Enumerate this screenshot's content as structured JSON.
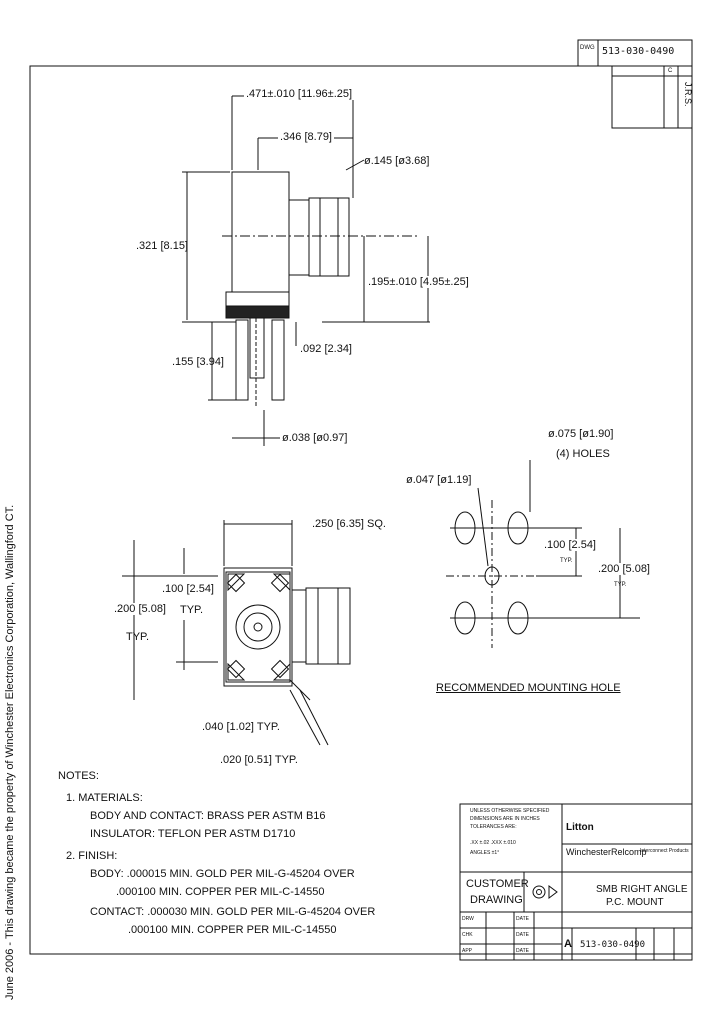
{
  "drawing_number_top": "513-030-0490",
  "rev_top": "C",
  "rev_side": "J.R.S.",
  "side_note": "June 2006 - This drawing became the property of Winchester Electronics Corporation, Wallingford CT.",
  "dims": {
    "overall_length": ".471±.010 [11.96±.25]",
    "body_length": ".346 [8.79]",
    "thread_dia": "ø.145 [ø3.68]",
    "height": ".321 [8.15]",
    "center_height": ".195±.010 [4.95±.25]",
    "pin_length": ".155 [3.94]",
    "pin_spacing": ".092 [2.34]",
    "pin_dia": "ø.038 [ø0.97]",
    "square_size": ".250 [6.35] SQ.",
    "grid_100": ".100 [2.54]",
    "grid_100_typ": "TYP.",
    "grid_200": ".200 [5.08]",
    "grid_200_typ": "TYP.",
    "chamfer_040": ".040 [1.02] TYP.",
    "chamfer_020": ".020 [0.51] TYP.",
    "hole_dia": "ø.075 [ø1.90]",
    "hole_count": "(4) HOLES",
    "center_hole": "ø.047 [ø1.19]",
    "hole_pitch": ".100 [2.54]",
    "hole_pitch_typ": "TYP.",
    "hole_span": ".200 [5.08]",
    "hole_span_typ": "TYP."
  },
  "recommended_label": "RECOMMENDED MOUNTING HOLE",
  "notes": {
    "title": "NOTES:",
    "n1": "1. MATERIALS:",
    "n1a": "BODY AND CONTACT: BRASS PER ASTM B16",
    "n1b": "INSULATOR: TEFLON PER ASTM D1710",
    "n2": "2. FINISH:",
    "n2a": "BODY: .000015 MIN. GOLD PER MIL-G-45204 OVER",
    "n2b": ".000100 MIN. COPPER PER MIL-C-14550",
    "n2c": "CONTACT: .000030 MIN. GOLD PER MIL-G-45204 OVER",
    "n2d": ".000100 MIN. COPPER PER MIL-C-14550"
  },
  "title_block": {
    "company": "Litton",
    "division": "WinchesterRelcomp",
    "division_sub": "Interconnect Products",
    "customer": "CUSTOMER",
    "drawing": "DRAWING",
    "title_1": "SMB RIGHT ANGLE",
    "title_2": "P.C. MOUNT",
    "size": "A",
    "dwg_no": "513-030-0490",
    "tol_lines": [
      "UNLESS OTHERWISE SPECIFIED",
      "DIMENSIONS ARE IN INCHES",
      "TOLERANCES ARE:",
      ".XX ±.02  .XXX ±.010",
      "ANGLES ±1°"
    ],
    "rows": [
      [
        "DRW",
        "",
        "DATE",
        ""
      ],
      [
        "CHK",
        "",
        "DATE",
        ""
      ],
      [
        "APP",
        "",
        "DATE",
        ""
      ]
    ]
  }
}
